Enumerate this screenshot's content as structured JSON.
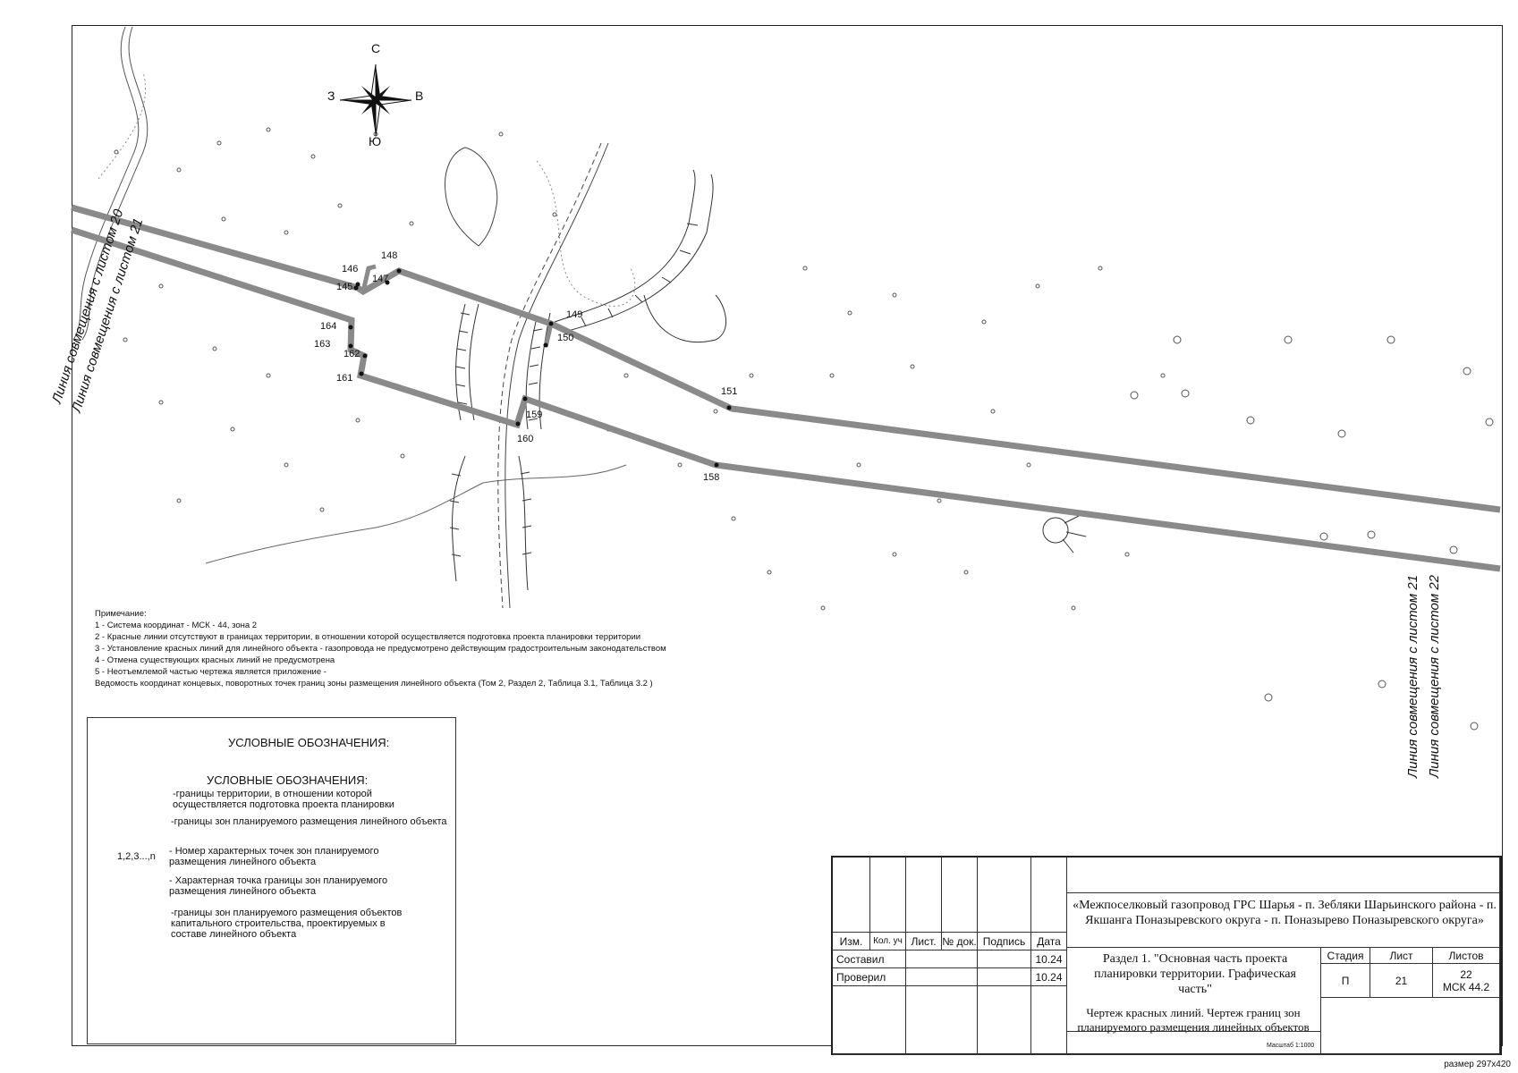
{
  "compass": {
    "north": "С",
    "south": "Ю",
    "west": "З",
    "east": "В"
  },
  "map": {
    "points": [
      {
        "id": "146",
        "label": "146"
      },
      {
        "id": "145",
        "label": "145"
      },
      {
        "id": "147",
        "label": "147"
      },
      {
        "id": "148",
        "label": "148"
      },
      {
        "id": "149",
        "label": "149"
      },
      {
        "id": "150",
        "label": "150"
      },
      {
        "id": "151",
        "label": "151"
      },
      {
        "id": "164",
        "label": "164"
      },
      {
        "id": "163",
        "label": "163"
      },
      {
        "id": "162",
        "label": "162"
      },
      {
        "id": "161",
        "label": "161"
      },
      {
        "id": "159",
        "label": "159"
      },
      {
        "id": "160",
        "label": "160"
      },
      {
        "id": "158",
        "label": "158"
      }
    ],
    "alignment_left": [
      "Линия совмещения с листом 20",
      "Линия совмещения с листом 21"
    ],
    "alignment_right": [
      "Линия совмещения с листом 21",
      "Линия совмещения с листом 22"
    ]
  },
  "notes": {
    "title": "Примечание:",
    "items": [
      "1 - Система координат - МСК - 44, зона 2",
      "2 - Красные линии отсутствуют в границах территории, в отношении которой осуществляется подготовка проекта планировки территории",
      "3 - Установление красных линий для линейного объекта - газопровода не предусмотрено действующим градостроительным законодательством",
      "4 - Отмена существующих красных линий не предусмотрена",
      "5 - Неотъемлемой частью чертежа является приложение -",
      "Ведомость координат концевых, поворотных точек границ зоны размещения линейного объекта (Том 2, Раздел 2, Таблица 3.1, Таблица 3.2 )"
    ]
  },
  "legend": {
    "title_top": "УСЛОВНЫЕ ОБОЗНАЧЕНИЯ:",
    "title": "УСЛОВНЫЕ ОБОЗНАЧЕНИЯ:",
    "items": [
      {
        "text": "-границы территории, в отношении которой осуществляется подготовка проекта планировки"
      },
      {
        "text": "-границы зон планируемого размещения линейного объекта"
      },
      {
        "symbol": "1,2,3...,n",
        "text": "- Номер характерных точек зон планируемого размещения линейного объекта"
      },
      {
        "text": "- Характерная точка границы зон планируемого размещения линейного объекта"
      },
      {
        "text": "-границы зон планируемого размещения объектов капитального строительства, проектируемых в составе линейного объекта"
      }
    ]
  },
  "stamp": {
    "headers": [
      "Изм.",
      "Кол. уч",
      "Лист.",
      "№ док.",
      "Подпись",
      "Дата"
    ],
    "rows": [
      {
        "role": "Составил",
        "date": "10.24"
      },
      {
        "role": "Проверил",
        "date": "10.24"
      }
    ],
    "project_title": "«Межпоселковый газопровод ГРС Шарья - п. Зебляки Шарьинского района - п. Якшанга Поназыревского округа - п. Поназырево Поназыревского округа»",
    "section_title": "Раздел 1. \"Основная часть проекта планировки территории. Графическая часть\"",
    "stage_label": "Стадия",
    "sheet_label": "Лист",
    "sheets_label": "Листов",
    "stage": "П",
    "sheet": "21",
    "sheets": "22",
    "code": "МСК 44.2",
    "drawing_title": "Чертеж красных линий. Чертеж границ зон планируемого размещения линейных объектов",
    "scale": "Масштаб 1:1000"
  },
  "format": "размер 297x420"
}
